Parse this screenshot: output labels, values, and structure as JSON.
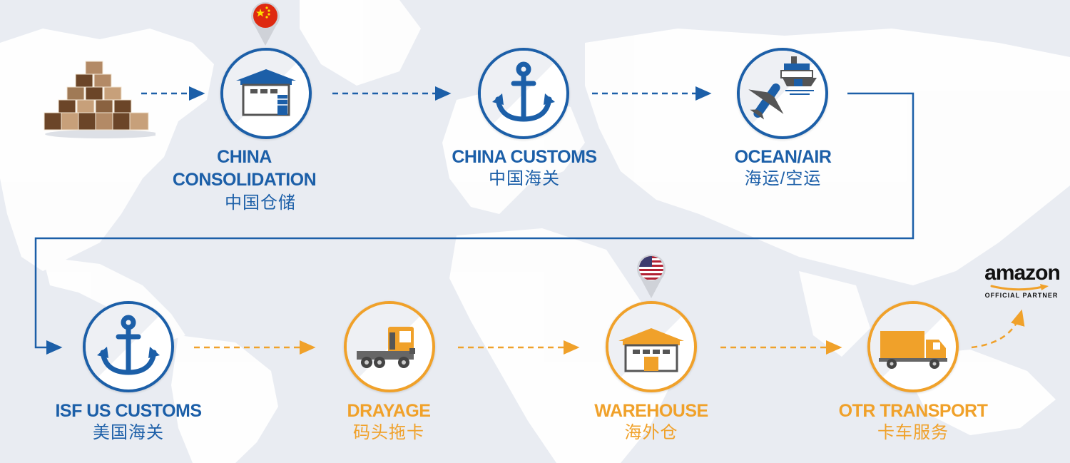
{
  "colors": {
    "blue": "#1c5fa8",
    "orange": "#f0a12a",
    "map_land": "#ffffff",
    "map_sea": "#e9ecf2"
  },
  "stages": [
    {
      "id": "china-consolidation",
      "title_lines": [
        "CHINA",
        "CONSOLIDATION"
      ],
      "subtitle": "中国仓储",
      "color": "blue",
      "icon": "warehouse-icon",
      "pin": "china-flag-pin-icon"
    },
    {
      "id": "china-customs",
      "title_lines": [
        "CHINA CUSTOMS"
      ],
      "subtitle": "中国海关",
      "color": "blue",
      "icon": "anchor-icon"
    },
    {
      "id": "ocean-air",
      "title_lines": [
        "OCEAN/AIR"
      ],
      "subtitle": "海运/空运",
      "color": "blue",
      "icon": "ship-plane-icon"
    },
    {
      "id": "isf-us-customs",
      "title_lines": [
        "ISF US CUSTOMS"
      ],
      "subtitle": "美国海关",
      "color": "blue",
      "icon": "anchor-icon"
    },
    {
      "id": "drayage",
      "title_lines": [
        "DRAYAGE"
      ],
      "subtitle": "码头拖卡",
      "color": "orange",
      "icon": "semi-truck-icon"
    },
    {
      "id": "warehouse",
      "title_lines": [
        "WAREHOUSE"
      ],
      "subtitle": "海外仓",
      "color": "orange",
      "icon": "warehouse-icon",
      "pin": "us-flag-pin-icon"
    },
    {
      "id": "otr-transport",
      "title_lines": [
        "OTR TRANSPORT"
      ],
      "subtitle": "卡车服务",
      "color": "orange",
      "icon": "box-truck-icon"
    }
  ],
  "origin": {
    "icon": "box-pile-icon"
  },
  "destination": {
    "brand": "amazon",
    "tagline": "OFFICIAL PARTNER",
    "icon": "amazon-smile-arrow-icon"
  }
}
